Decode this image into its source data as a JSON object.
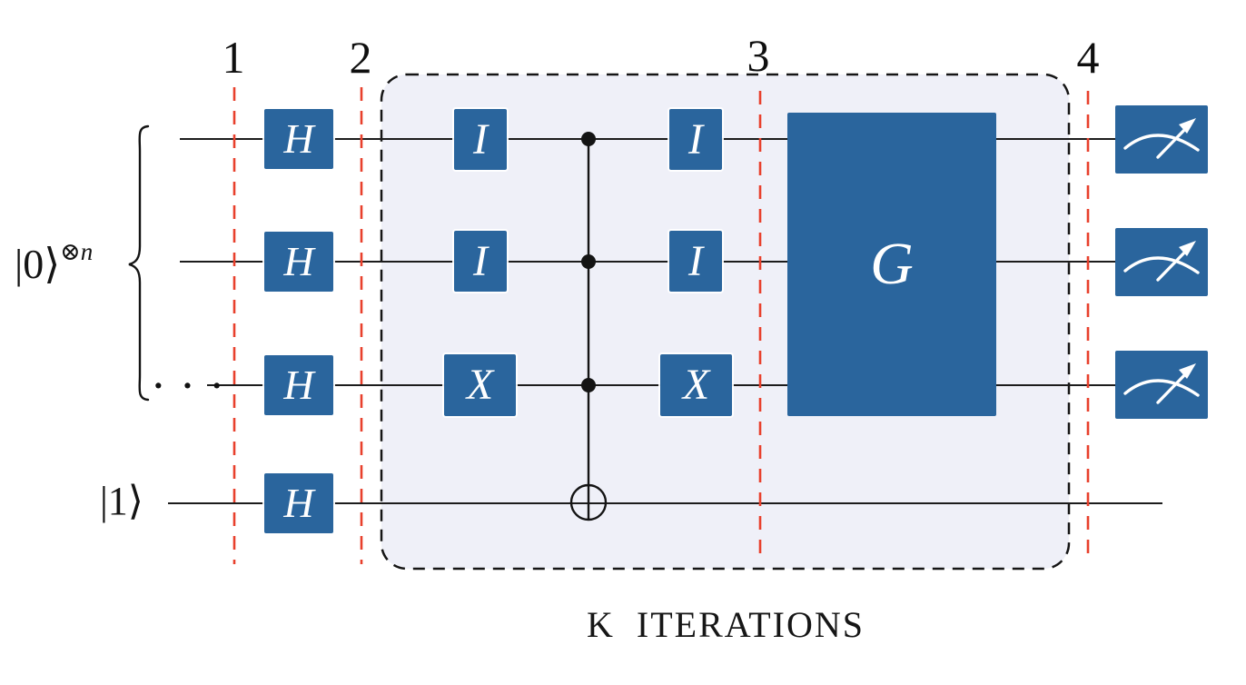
{
  "palette": {
    "gate_blue": "#2a659d",
    "barrier_red": "#e8402c",
    "iteration_box_fill": "#eff0f8",
    "iteration_box_border": "#151515",
    "wire_black": "#1c1c1c"
  },
  "labels": {
    "input_top": "|0⟩",
    "input_top_sup": "⊗n",
    "input_bottom": "|1⟩",
    "ellipsis": "· · ·",
    "caption": "K  ITERATIONS"
  },
  "barriers": [
    {
      "label": "1"
    },
    {
      "label": "2"
    },
    {
      "label": "3"
    },
    {
      "label": "4"
    }
  ],
  "gates": {
    "hadamard": "H",
    "identity": "I",
    "pauli_x": "X",
    "grover": "G"
  },
  "icons": {
    "measurement": "measurement-gauge-icon"
  }
}
